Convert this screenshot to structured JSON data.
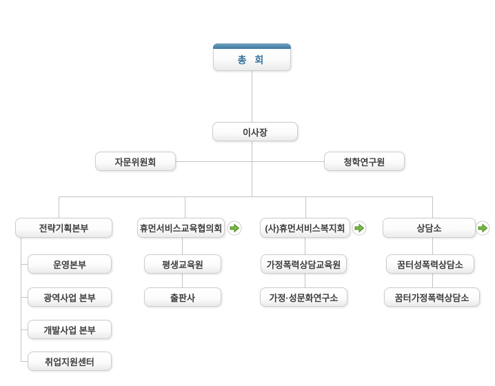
{
  "colors": {
    "accent_blue": "#4c84aa",
    "root_text_blue": "#38749e",
    "box_border": "#cccccc",
    "connector_line": "#c2c2c2",
    "arrow_green": "#7ab648",
    "arrow_green_dark": "#4e8c1e"
  },
  "root": {
    "label": "총  회"
  },
  "chairman": {
    "label": "이사장"
  },
  "advisory": {
    "label": "자문위원회"
  },
  "research": {
    "label": "청학연구원"
  },
  "branches": [
    {
      "label": "전략기획본부",
      "has_arrow": false,
      "children": [
        "운영본부",
        "광역사업 본부",
        "개발사업 본부",
        "취업지원센터"
      ]
    },
    {
      "label": "휴먼서비스교육협의회",
      "has_arrow": true,
      "children": [
        "평생교육원",
        "출판사"
      ]
    },
    {
      "label": "(사)휴먼서비스복지회",
      "has_arrow": true,
      "children": [
        "가정폭력상담교육원",
        "가정·성문화연구소"
      ]
    },
    {
      "label": "상담소",
      "has_arrow": true,
      "children": [
        "꿈터성폭력상담소",
        "꿈터가정폭력상담소"
      ]
    }
  ]
}
